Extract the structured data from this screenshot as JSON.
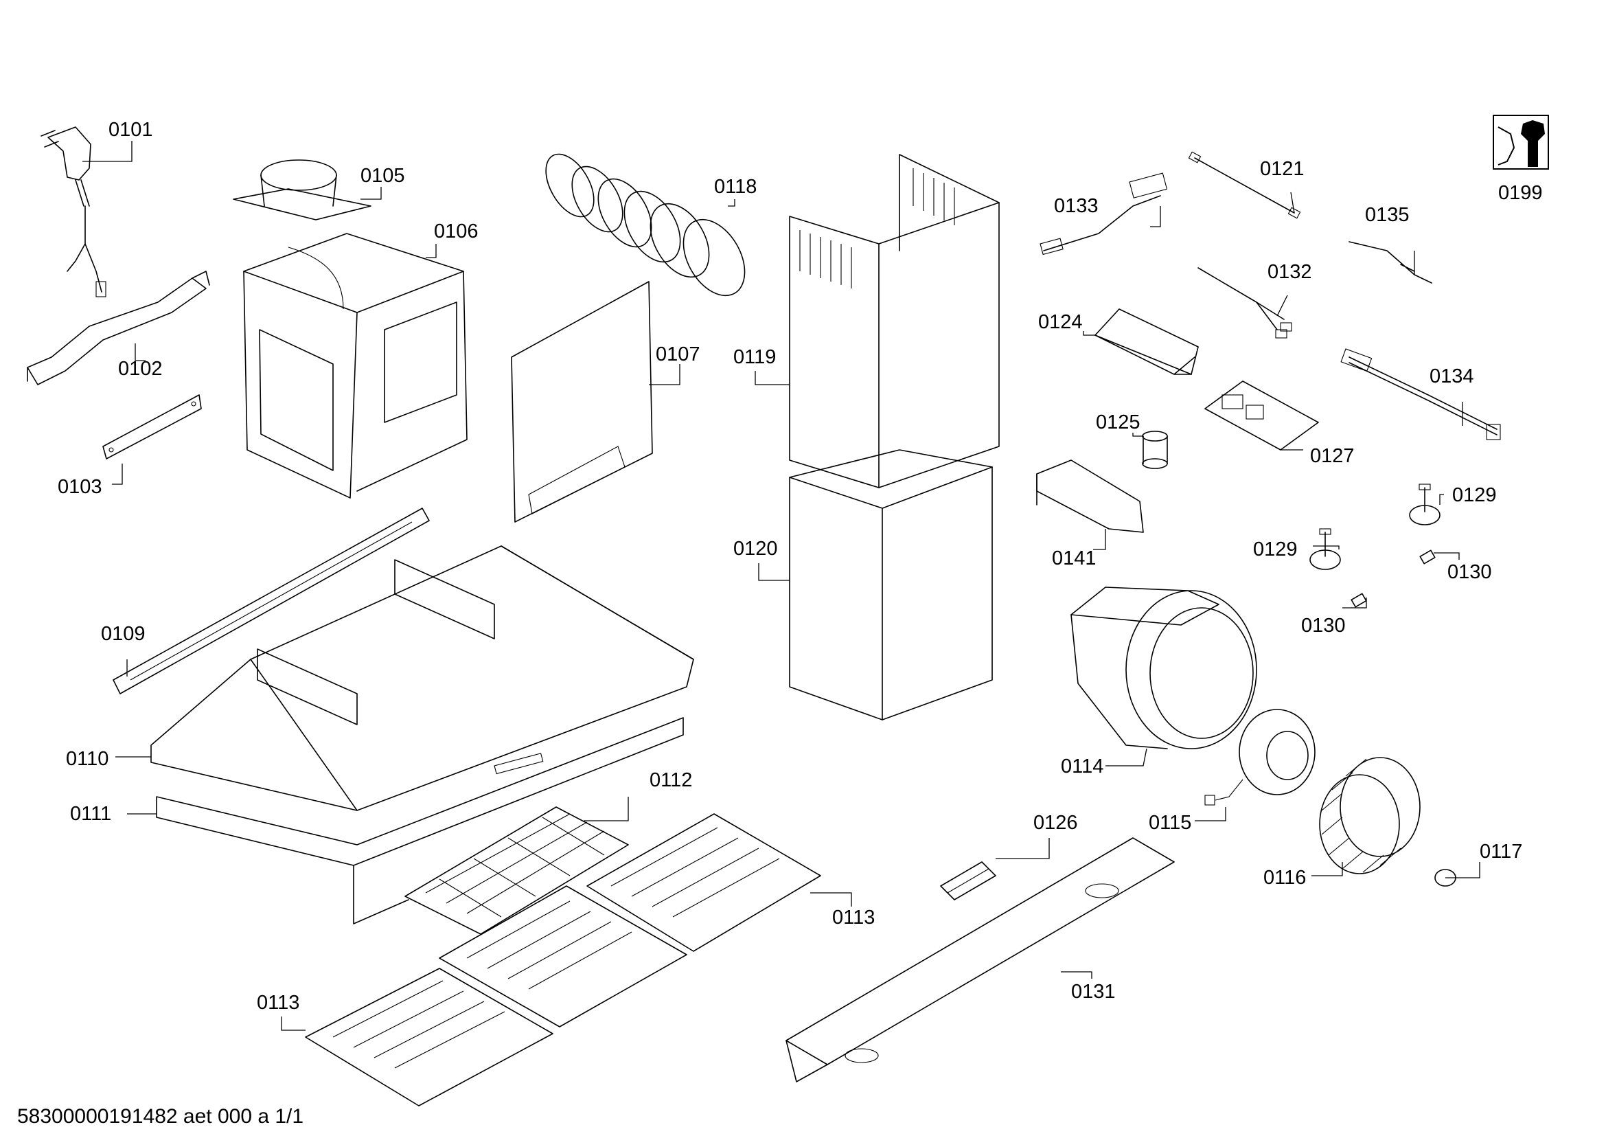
{
  "diagram": {
    "labels": [
      "0101",
      "0102",
      "0103",
      "0105",
      "0106",
      "0107",
      "0109",
      "0110",
      "0111",
      "0112",
      "0113",
      "0113",
      "0114",
      "0115",
      "0116",
      "0117",
      "0118",
      "0119",
      "0120",
      "0121",
      "0124",
      "0125",
      "0126",
      "0127",
      "0129",
      "0129",
      "0130",
      "0130",
      "0131",
      "0132",
      "0133",
      "0134",
      "0135",
      "0141",
      "0199"
    ],
    "footer": "58300000191482 aet 000 a 1/1"
  }
}
